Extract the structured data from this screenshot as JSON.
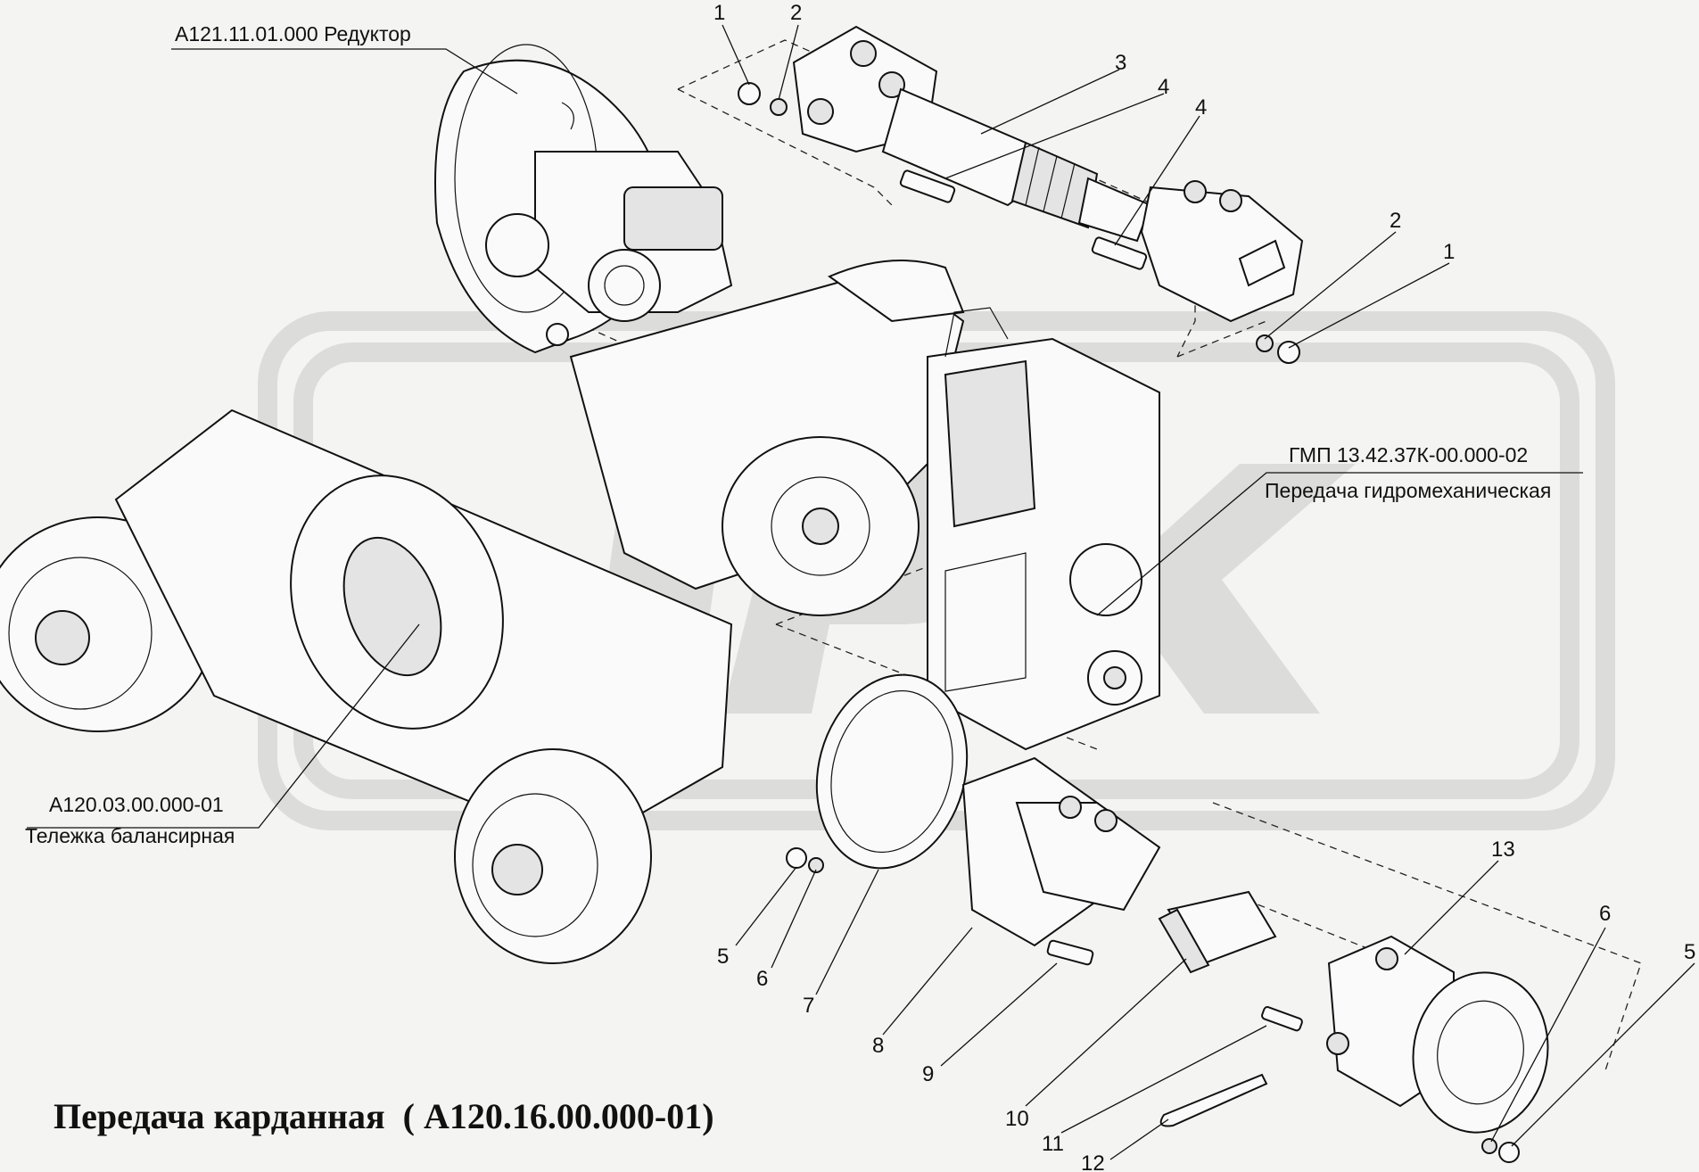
{
  "title": "Передача карданная  ( А120.16.00.000-01)",
  "assemblies": {
    "reducer": "А121.11.01.000 Редуктор",
    "gmp_code": "ГМП 13.42.37К-00.000-02",
    "gmp_name": "Передача гидромеханическая",
    "bogie_code": "А120.03.00.000-01",
    "bogie_name": "Тележка балансирная"
  },
  "callouts": {
    "c1a": "1",
    "c2a": "2",
    "c3": "3",
    "c4a": "4",
    "c4b": "4",
    "c2b": "2",
    "c1b": "1",
    "c13": "13",
    "c6b": "6",
    "c5b": "5",
    "c5a": "5",
    "c6a": "6",
    "c7": "7",
    "c8": "8",
    "c9": "9",
    "c10": "10",
    "c11": "11",
    "c12": "12"
  },
  "colors": {
    "line": "#111111",
    "watermark": "#dcdcda",
    "background": "#f4f4f2"
  }
}
